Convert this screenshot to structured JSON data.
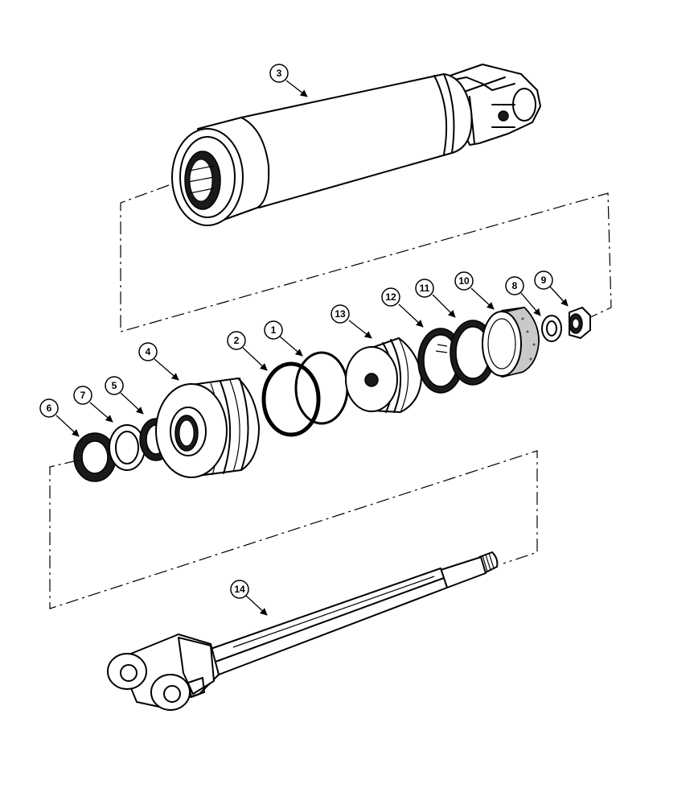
{
  "callouts": [
    {
      "id": "3",
      "label": "3"
    },
    {
      "id": "1",
      "label": "1"
    },
    {
      "id": "2",
      "label": "2"
    },
    {
      "id": "4",
      "label": "4"
    },
    {
      "id": "5",
      "label": "5"
    },
    {
      "id": "6",
      "label": "6"
    },
    {
      "id": "7",
      "label": "7"
    },
    {
      "id": "8",
      "label": "8"
    },
    {
      "id": "9",
      "label": "9"
    },
    {
      "id": "10",
      "label": "10"
    },
    {
      "id": "11",
      "label": "11"
    },
    {
      "id": "12",
      "label": "12"
    },
    {
      "id": "13",
      "label": "13"
    },
    {
      "id": "14",
      "label": "14"
    }
  ]
}
